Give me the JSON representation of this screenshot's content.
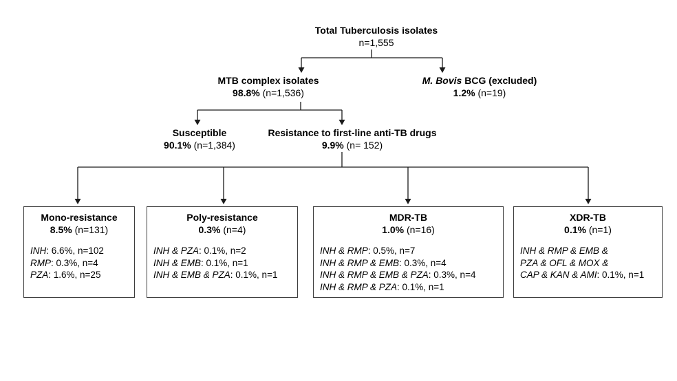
{
  "root": {
    "title": "Total Tuberculosis isolates",
    "count": "n=1,555"
  },
  "level2": {
    "mtb": {
      "title": "MTB complex isolates",
      "pct": "98.8%",
      "rest": " (n=1,536)"
    },
    "bovis": {
      "title_italic": "M. Bovis",
      "title_rest": " BCG (excluded)",
      "pct": "1.2%",
      "rest": " (n=19)"
    }
  },
  "level3": {
    "susceptible": {
      "title": "Susceptible",
      "pct": "90.1%",
      "rest": " (n=1,384)"
    },
    "resistance": {
      "title": "Resistance to first-line anti-TB drugs",
      "pct": "9.9%",
      "rest": " (n= 152)"
    }
  },
  "boxes": [
    {
      "title": "Mono-resistance",
      "pct": "8.5%",
      "rest": " (n=131)",
      "lines": [
        {
          "drugs": "INH",
          "stat": ": 6.6%, n=102"
        },
        {
          "drugs": "RMP",
          "stat": ": 0.3%, n=4"
        },
        {
          "drugs": "PZA",
          "stat": ": 1.6%, n=25"
        }
      ]
    },
    {
      "title": "Poly-resistance",
      "pct": "0.3%",
      "rest": " (n=4)",
      "lines": [
        {
          "drugs": "INH & PZA",
          "stat": ": 0.1%, n=2"
        },
        {
          "drugs": "INH & EMB",
          "stat": ": 0.1%, n=1"
        },
        {
          "drugs": "INH & EMB & PZA",
          "stat": ": 0.1%, n=1"
        }
      ]
    },
    {
      "title": "MDR-TB",
      "pct": "1.0%",
      "rest": " (n=16)",
      "lines": [
        {
          "drugs": "INH & RMP",
          "stat": ": 0.5%, n=7"
        },
        {
          "drugs": "INH & RMP & EMB",
          "stat": ": 0.3%, n=4"
        },
        {
          "drugs": "INH & RMP & EMB & PZA",
          "stat": ": 0.3%, n=4"
        },
        {
          "drugs": "INH & RMP & PZA",
          "stat": ": 0.1%, n=1"
        }
      ]
    },
    {
      "title": "XDR-TB",
      "pct": "0.1%",
      "rest": " (n=1)",
      "lines": [
        {
          "drugs": "INH & RMP & EMB &",
          "stat": ""
        },
        {
          "drugs": "PZA & OFL & MOX &",
          "stat": ""
        },
        {
          "drugs": "CAP & KAN & AMI",
          "stat": ": 0.1%, n=1"
        }
      ]
    }
  ],
  "colors": {
    "line": "#1a1a1a",
    "text": "#000000",
    "border": "#3d3d3d",
    "background": "#ffffff"
  }
}
